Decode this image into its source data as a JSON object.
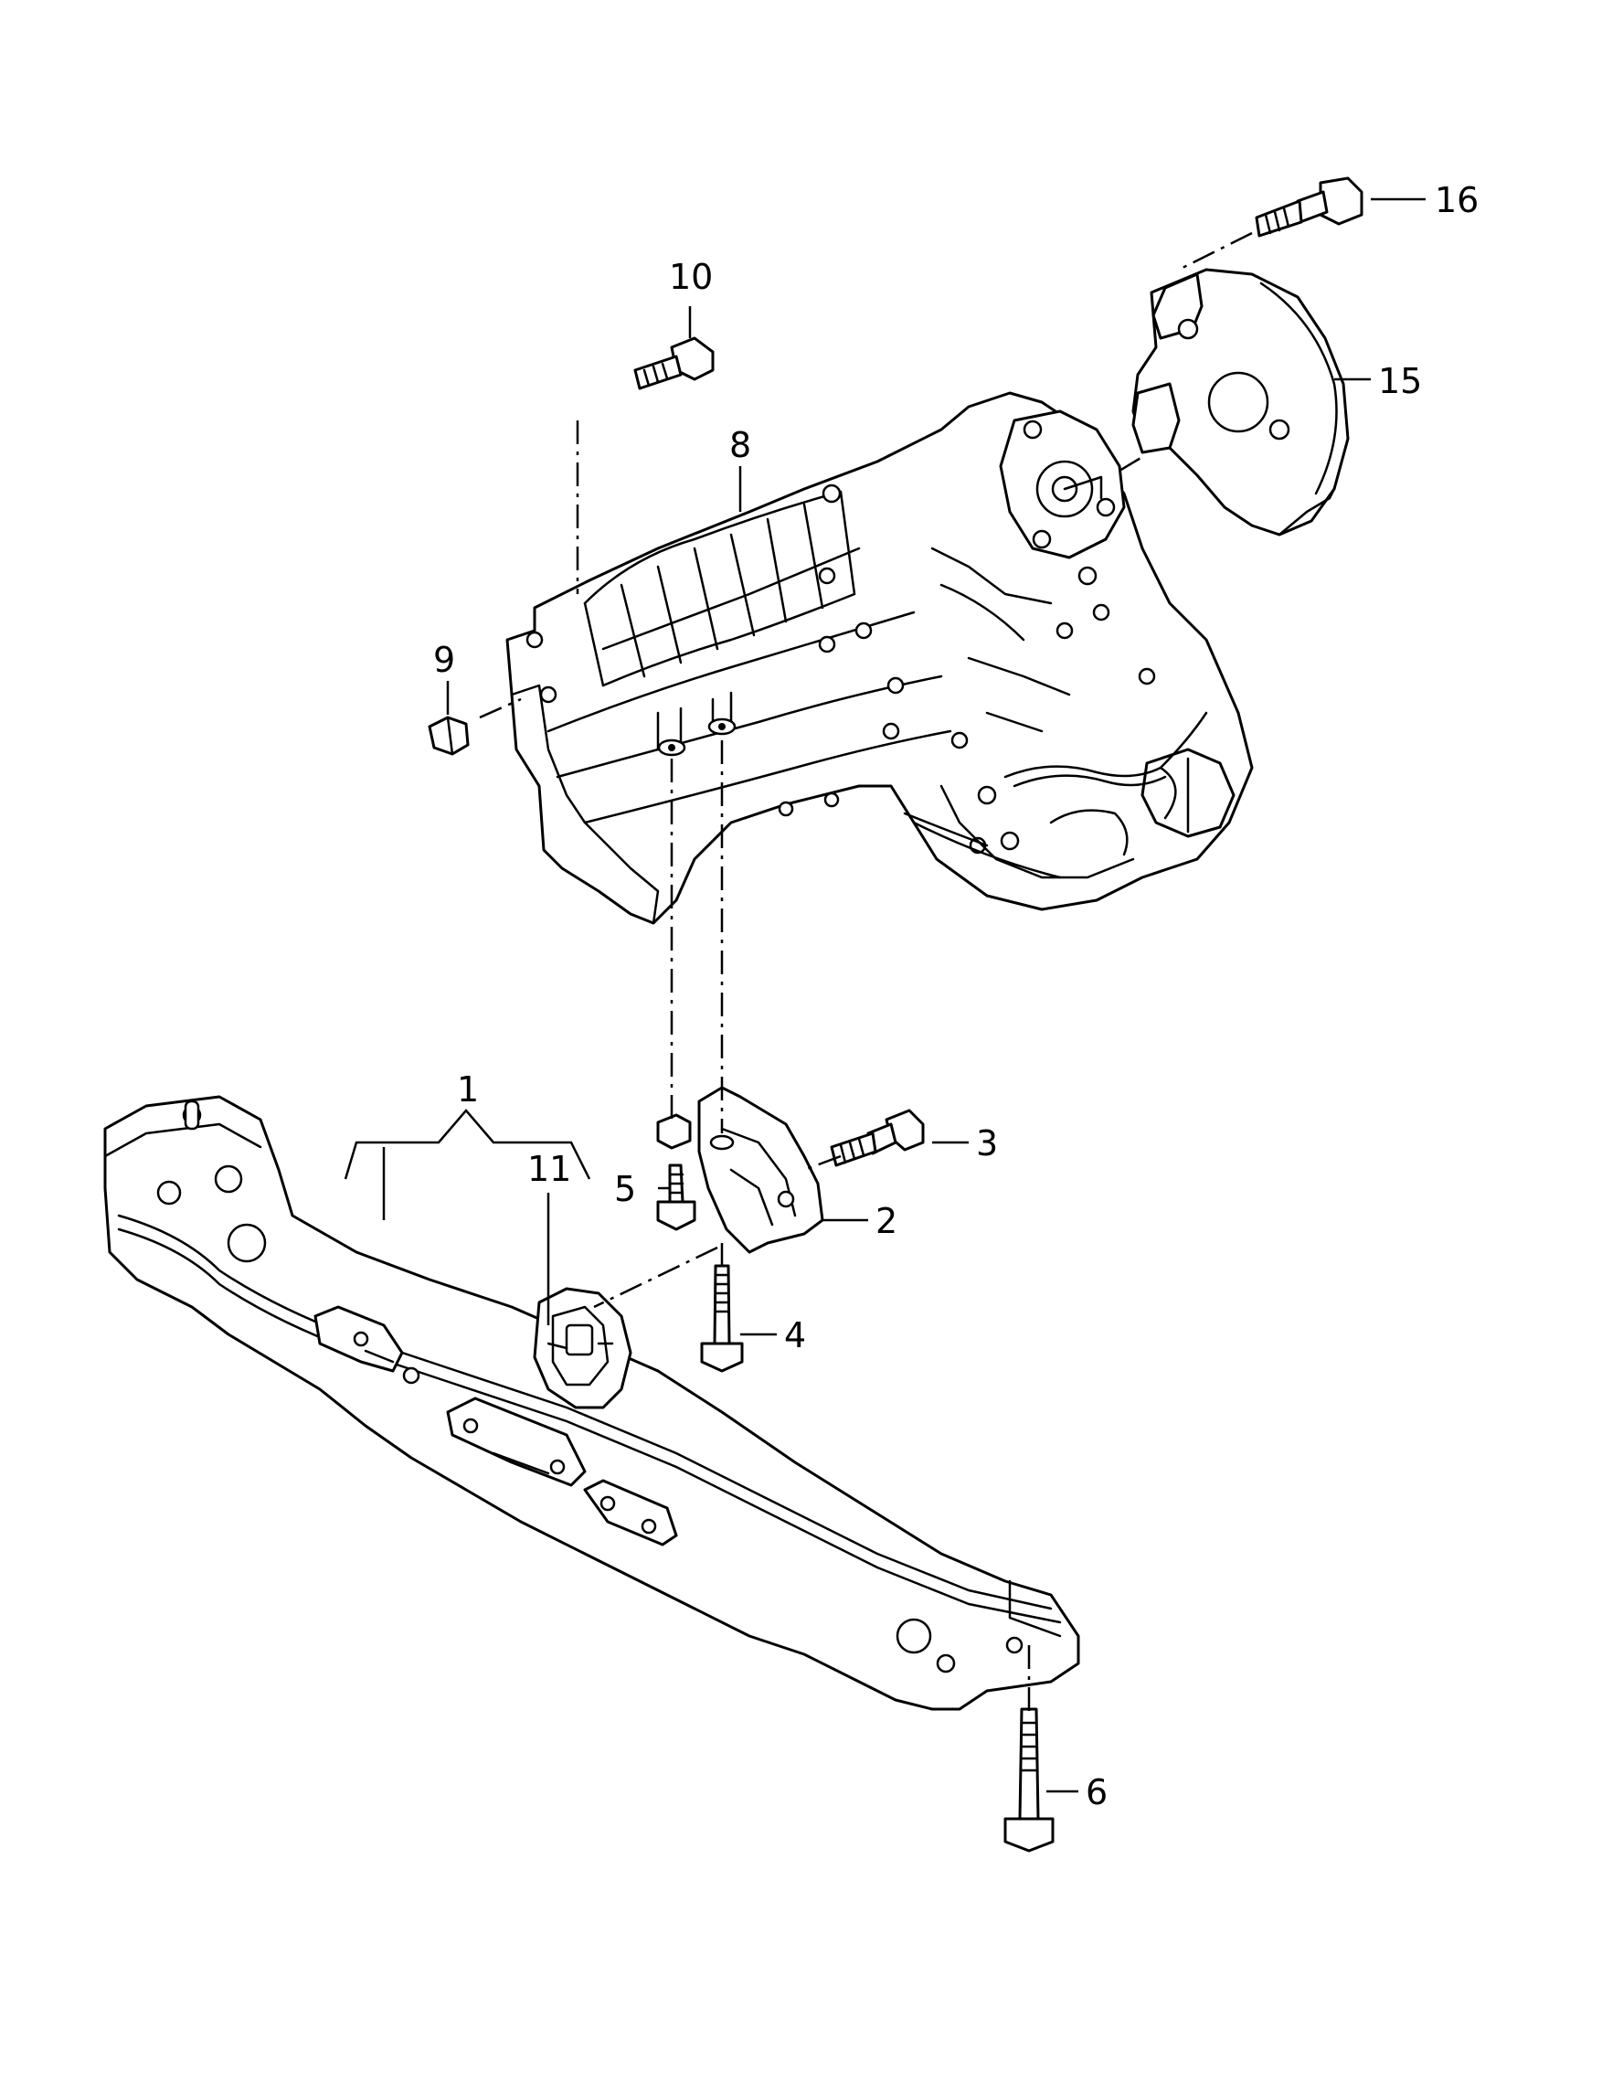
{
  "callouts": {
    "c1": "1",
    "c2": "2",
    "c3": "3",
    "c4": "4",
    "c5": "5",
    "c6": "6",
    "c8": "8",
    "c9": "9",
    "c10": "10",
    "c11": "11",
    "c15": "15",
    "c16": "16"
  }
}
